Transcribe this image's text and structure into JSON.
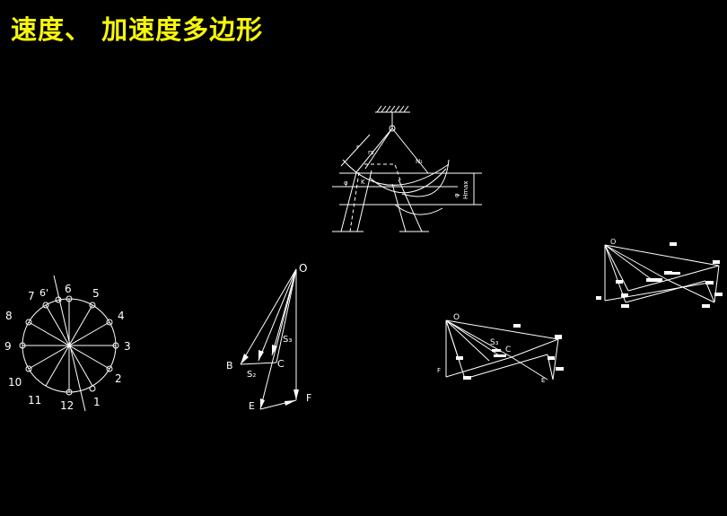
{
  "title": "速度、 加速度多边形",
  "crank_circle": {
    "position_labels": [
      "1",
      "2",
      "3",
      "4",
      "5",
      "6",
      "7",
      "8",
      "9",
      "10",
      "11",
      "12",
      "6'"
    ]
  },
  "velocity_polygon": {
    "labels": {
      "pole": "O",
      "B": "B",
      "C": "C",
      "E": "E",
      "F": "F",
      "s3": "S₃",
      "s2": "S₂"
    }
  },
  "mechanism": {
    "labels": [
      "r",
      "rs",
      "N₁",
      "K",
      "Hmax",
      "φ",
      "φ"
    ]
  },
  "accel_polygon_1": {
    "labels": {
      "pole": "O",
      "C": "C",
      "E": "E",
      "F": "F",
      "s3": "S₃"
    }
  },
  "accel_polygon_2": {
    "labels": {
      "pole": "O"
    }
  }
}
